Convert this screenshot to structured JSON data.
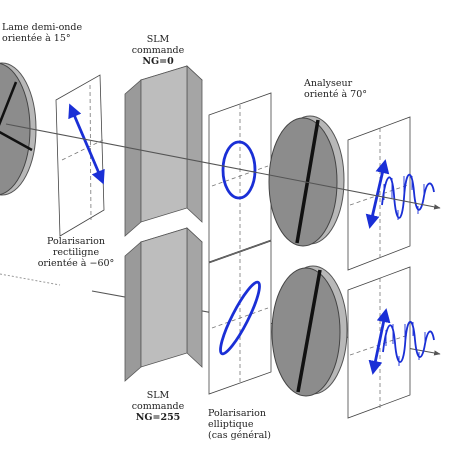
{
  "labels": {
    "half_wave_plate_line1": "Lame demi-onde",
    "half_wave_plate_line2": "orientée à 15°",
    "slm_top_line1": "SLM",
    "slm_top_line2": "commande",
    "slm_top_line3": "NG=0",
    "analyser_line1": "Analyseur",
    "analyser_line2": "orienté à 70°",
    "linear_pol_line1": "Polarisarion",
    "linear_pol_line2": "rectiligne",
    "linear_pol_line3": "orientée à −60°",
    "slm_bottom_line1": "SLM",
    "slm_bottom_line2": "commande",
    "slm_bottom_line3": "NG=255",
    "elliptic_line1": "Polarisarion",
    "elliptic_line2": "elliptique",
    "elliptic_line3": "(cas général)"
  },
  "colors": {
    "polarization": "#1a2fd6",
    "plate_fill": "#8c8c8c",
    "slm_front": "#bdbdbd",
    "slm_side": "#a5a5a5",
    "beam": "#555555"
  }
}
